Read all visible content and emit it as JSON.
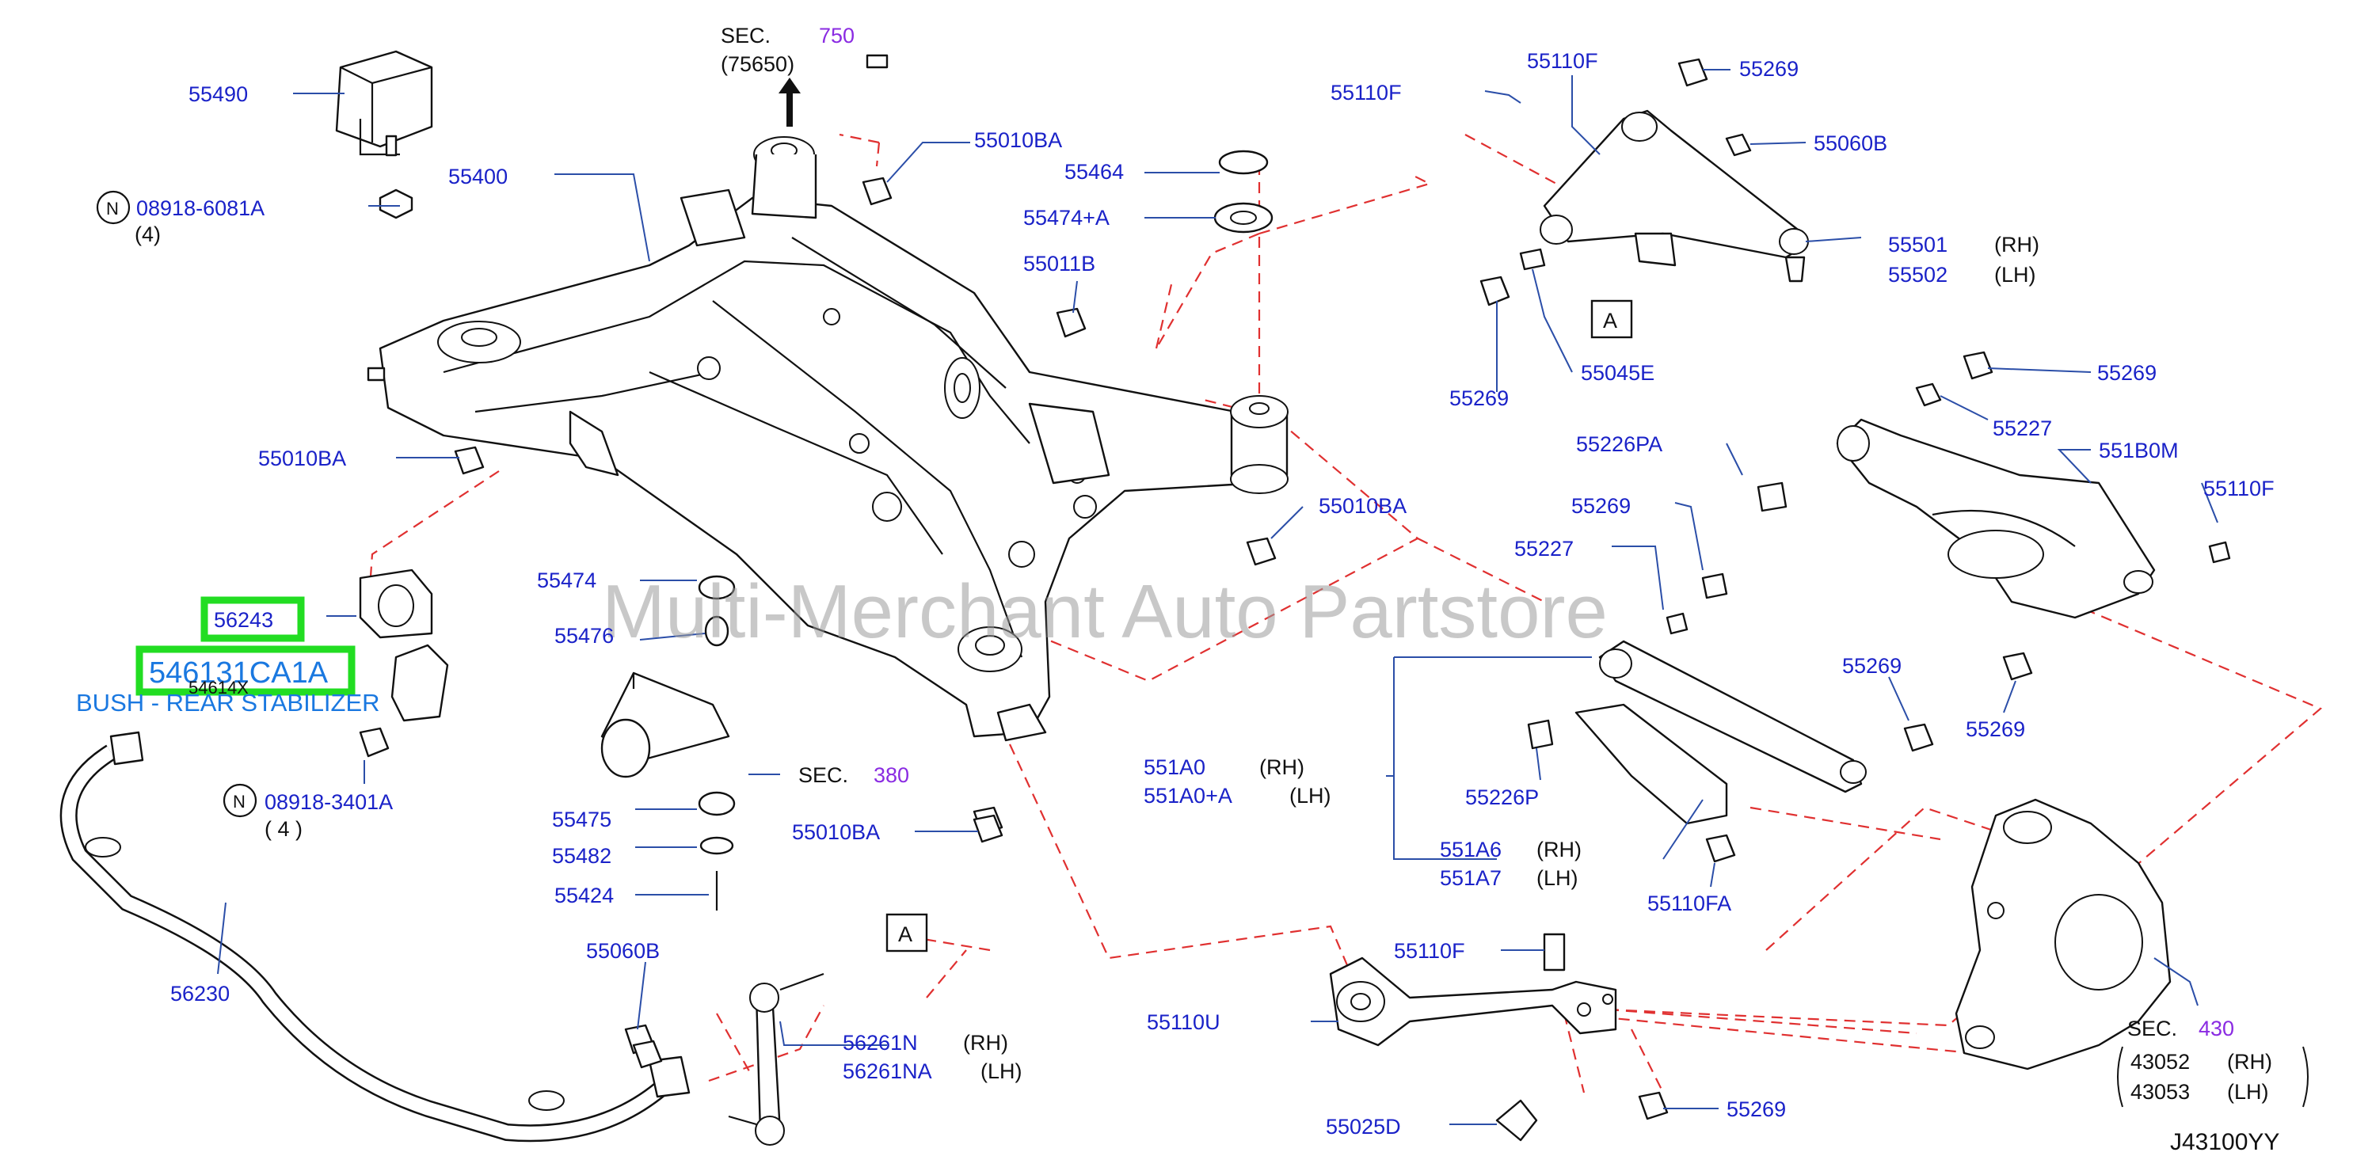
{
  "parts": [
    {
      "label": "55490"
    },
    {
      "label": "08918-6081A"
    },
    {
      "label": "(4)"
    },
    {
      "label": "55400"
    },
    {
      "label": "SEC."
    },
    {
      "label": "750"
    },
    {
      "label": "(75650)"
    },
    {
      "label": "55010BA"
    },
    {
      "label": "55464"
    },
    {
      "label": "55474+A"
    },
    {
      "label": "55011B"
    },
    {
      "label": "55010BA"
    },
    {
      "label": "55010BA"
    },
    {
      "label": "56243"
    },
    {
      "label": "546131CA1A"
    },
    {
      "label": "54614X"
    },
    {
      "label": "BUSH - REAR STABILIZER"
    },
    {
      "label": "08918-3401A"
    },
    {
      "label": "( 4 )"
    },
    {
      "label": "56230"
    },
    {
      "label": "55474"
    },
    {
      "label": "55476"
    },
    {
      "label": "SEC."
    },
    {
      "label": "380"
    },
    {
      "label": "55475"
    },
    {
      "label": "55482"
    },
    {
      "label": "55424"
    },
    {
      "label": "55010BA"
    },
    {
      "label": "55060B"
    },
    {
      "label": "A"
    },
    {
      "label": "56261N"
    },
    {
      "label": "(RH)"
    },
    {
      "label": "56261NA"
    },
    {
      "label": "(LH)"
    },
    {
      "label": "55110F"
    },
    {
      "label": "55110F"
    },
    {
      "label": "55269"
    },
    {
      "label": "55060B"
    },
    {
      "label": "55501"
    },
    {
      "label": "(RH)"
    },
    {
      "label": "55502"
    },
    {
      "label": "(LH)"
    },
    {
      "label": "A"
    },
    {
      "label": "55045E"
    },
    {
      "label": "55269"
    },
    {
      "label": "55269"
    },
    {
      "label": "55227"
    },
    {
      "label": "55226PA"
    },
    {
      "label": "551B0M"
    },
    {
      "label": "55110F"
    },
    {
      "label": "55269"
    },
    {
      "label": "55227"
    },
    {
      "label": "55269"
    },
    {
      "label": "55269"
    },
    {
      "label": "551A0"
    },
    {
      "label": "(RH)"
    },
    {
      "label": "551A0+A"
    },
    {
      "label": "(LH)"
    },
    {
      "label": "55226P"
    },
    {
      "label": "551A6"
    },
    {
      "label": "(RH)"
    },
    {
      "label": "551A7"
    },
    {
      "label": "(LH)"
    },
    {
      "label": "55110FA"
    },
    {
      "label": "55110F"
    },
    {
      "label": "55110U"
    },
    {
      "label": "55025D"
    },
    {
      "label": "55269"
    },
    {
      "label": "SEC."
    },
    {
      "label": "430"
    },
    {
      "label": "43052"
    },
    {
      "label": "(RH)"
    },
    {
      "label": "43053"
    },
    {
      "label": "(LH)"
    },
    {
      "label": "J43100YY"
    },
    {
      "label": "N"
    },
    {
      "label": "N"
    }
  ],
  "watermark": "Multi-Merchant Auto Partstore",
  "colors": {
    "part_number": "#1a22c8",
    "section_number": "#8a2be2",
    "dashed_link": "#e03030",
    "highlight_box": "#22dd22",
    "highlight_text": "#1a78e0"
  }
}
